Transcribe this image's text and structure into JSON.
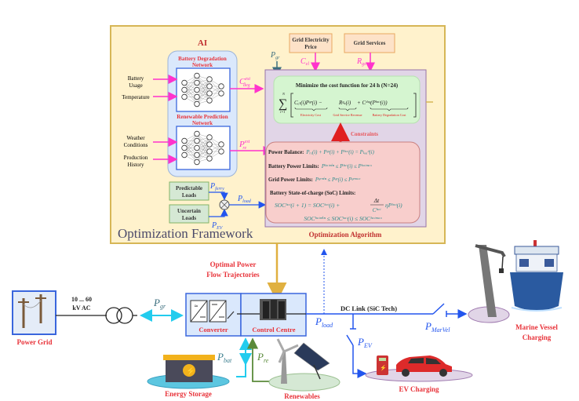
{
  "framework": {
    "title": "Optimization Framework",
    "ai_label": "AI",
    "battery_network": {
      "title_line1": "Battery Degradation",
      "title_line2": "Network",
      "inputs": [
        {
          "line1": "Battery",
          "line2": "Usage"
        },
        {
          "line1": "Temperature",
          "line2": ""
        }
      ],
      "output": "C",
      "output_sub": "deg",
      "output_sup": "est"
    },
    "renewable_network": {
      "title_line1": "Renewable Prediction",
      "title_line2": "Network",
      "inputs": [
        {
          "line1": "Weather",
          "line2": "Conditions"
        },
        {
          "line1": "Production",
          "line2": "History"
        }
      ],
      "output": "P",
      "output_sub": "re",
      "output_sup": "est"
    },
    "loads": {
      "predictable": {
        "line1": "Predictable",
        "line2": "Loads",
        "signal": "P",
        "signal_sub": "ferry"
      },
      "uncertain": {
        "line1": "Uncertain",
        "line2": "Loads",
        "signal": "P",
        "signal_sub": "EV"
      },
      "sum_output": "P",
      "sum_output_sub": "load"
    },
    "inputs_top": {
      "grid_price": {
        "line1": "Grid Electricity",
        "line2": "Price",
        "signal": "C",
        "signal_sub": "el"
      },
      "grid_services": {
        "line1": "Grid Services",
        "signal": "R",
        "signal_sub": "gs"
      },
      "pgr": {
        "signal": "P",
        "signal_sub": "gr"
      }
    },
    "algorithm": {
      "title": "Optimization Algorithm",
      "cost": {
        "heading": "Minimize the cost function for 24 h (N=24)",
        "term1": "Cₑₗ(i)Pᵍʳ(i) −",
        "term1_label": "Electricity Cost",
        "term2": "Rᵍₛ(i)",
        "term2_label": "Grid Service Revenue",
        "term3": "+   Cᵈᵉᵍ(Pᵇᵃᵗ(i))",
        "term3_label": "Battery Degradation Cost",
        "sum_top": "N",
        "sum_bottom": "i=1"
      },
      "constraints_label": "Constraints",
      "constraints": [
        {
          "label": "Power Balance:",
          "expr": "Pᵣₑ(i) + Pᵍʳ(i) + Pᵇᵃᵗ(i) = Pₗₒₐᵈ(i)"
        },
        {
          "label": "Battery Power Limits:",
          "expr": "Pᵇᵃᵗᵐⁱⁿ ≤ Pᵇᵃᵗ(i) ≤ Pᵇᵃᵗᵐᵃˣ"
        },
        {
          "label": "Grid Power Limits:",
          "expr": "Pᵍʳᵐⁱⁿ ≤ Pᵍʳ(i) ≤ Pᵍʳᵐᵃˣ"
        },
        {
          "label": "Battery State-of-charge (SoC) Limits:",
          "expr": ""
        }
      ],
      "soc_eq1_left": "SOCᵇᵃᵗ(i + 1) = SOCᵇᵃᵗ(i) +",
      "soc_eq1_frac_num": "Δt",
      "soc_eq1_frac_den": "Cᵇᵃᵗ",
      "soc_eq1_right": "ηPᵇᵃᵗ(i)",
      "soc_eq2": "SOCᵇᵃᵗᵐⁱⁿ ≤ SOCᵇᵃᵗ(i) ≤ SOCᵇᵃᵗᵐᵃˣ"
    }
  },
  "system": {
    "optimal_flow_line1": "Optimal  Power",
    "optimal_flow_line2": "Flow Trajectories",
    "power_grid": "Power Grid",
    "voltage_line1": "10 ... 60",
    "voltage_line2": "kV AC",
    "pgr": {
      "signal": "P",
      "sub": "gr"
    },
    "converter": "Converter",
    "control_centre": "Control Centre",
    "pload": {
      "signal": "P",
      "sub": "load"
    },
    "dc_link": "DC Link (SiC Tech)",
    "pmarvel": {
      "signal": "P",
      "sub": "MarVel"
    },
    "pev": {
      "signal": "P",
      "sub": "EV"
    },
    "pbat": {
      "signal": "P",
      "sub": "bat"
    },
    "pre": {
      "signal": "P",
      "sub": "re"
    },
    "energy_storage": "Energy Storage",
    "renewables": "Renewables",
    "ev_charging": "EV Charging",
    "marine_line1": "Marine Vessel",
    "marine_line2": "Charging"
  },
  "colors": {
    "framework_bg": "#fff2cc",
    "framework_border": "#d6b656",
    "ai_bg": "#dae8fc",
    "algo_bg": "#e1d5e7",
    "cost_bg": "#d5f5d0",
    "constraint_bg": "#f8cecc",
    "label_red": "#e8333a",
    "magenta": "#ff33cc",
    "blue": "#2255ee",
    "teal": "#2a8a8a",
    "cyan": "#22ccee",
    "green": "#5a8a3a"
  }
}
